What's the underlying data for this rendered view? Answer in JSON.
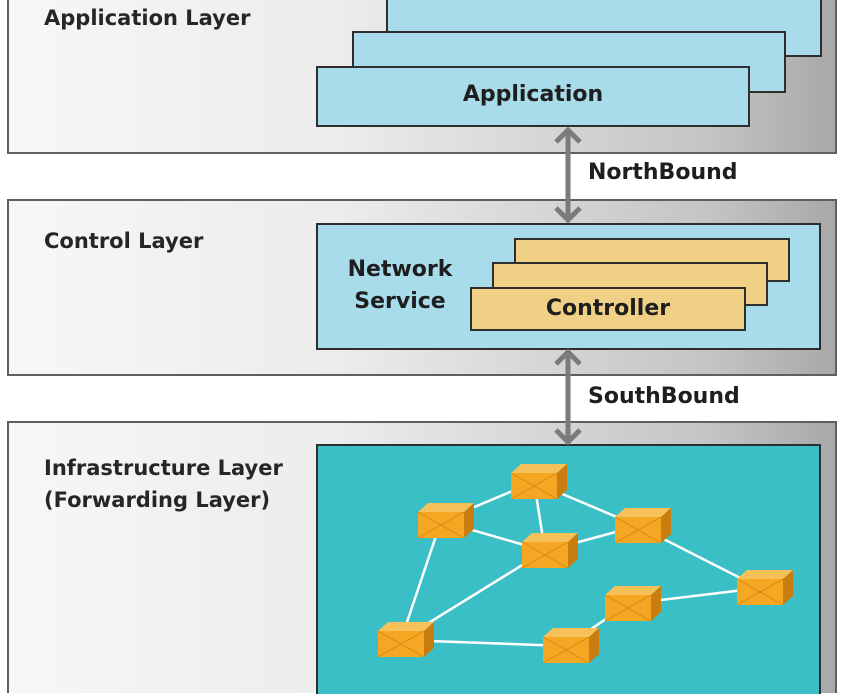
{
  "colors": {
    "app_box": "#a9dcea",
    "controller_box": "#f0cf86",
    "infrastructure_panel": "#3abfc6",
    "switch_box": "#f5a623",
    "link_line": "#ffffff",
    "arrow": "#7b7b7b"
  },
  "application_layer": {
    "label": "Application Layer",
    "app_box_label": "Application"
  },
  "northbound": {
    "label": "NorthBound"
  },
  "control_layer": {
    "label": "Control Layer",
    "network_service_label": "Network\nService",
    "controller_label": "Controller"
  },
  "southbound": {
    "label": "SouthBound"
  },
  "infrastructure_layer": {
    "label": "Infrastructure Layer\n(Forwarding Layer)",
    "switches": [
      "switch-1",
      "switch-2",
      "switch-3",
      "switch-4",
      "switch-5",
      "switch-6",
      "switch-7",
      "switch-8",
      "switch-9"
    ],
    "links": [
      [
        "switch-1",
        "switch-2"
      ],
      [
        "switch-1",
        "switch-3"
      ],
      [
        "switch-1",
        "switch-4"
      ],
      [
        "switch-2",
        "switch-4"
      ],
      [
        "switch-2",
        "switch-6"
      ],
      [
        "switch-3",
        "switch-4"
      ],
      [
        "switch-4",
        "switch-5"
      ],
      [
        "switch-4",
        "switch-6"
      ],
      [
        "switch-3",
        "switch-5"
      ],
      [
        "switch-6",
        "switch-9"
      ],
      [
        "switch-7",
        "switch-9"
      ],
      [
        "switch-7",
        "switch-8"
      ],
      [
        "switch-5",
        "switch-8"
      ]
    ]
  }
}
